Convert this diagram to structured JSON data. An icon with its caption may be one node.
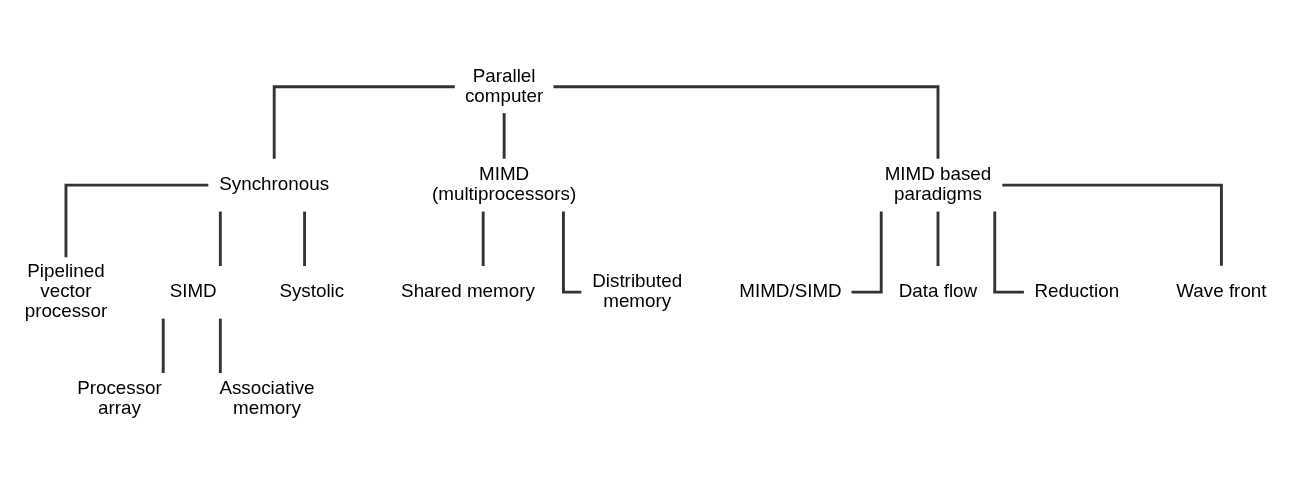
{
  "diagram": {
    "nodes": [
      {
        "text": [
          "Parallel computer"
        ]
      },
      {
        "text": [
          "Synchronous"
        ]
      },
      {
        "text": [
          "MIMD (multiprocessors)"
        ]
      },
      {
        "text": [
          "MIMD based paradigms"
        ]
      },
      {
        "text": [
          "Pipelined vector processor"
        ]
      },
      {
        "text": [
          "SIMD"
        ]
      },
      {
        "text": [
          "Systolic"
        ]
      },
      {
        "text": [
          "Shared memory"
        ]
      },
      {
        "text": [
          "Distributed memory"
        ]
      },
      {
        "text": [
          "MIMD/SIMD"
        ]
      },
      {
        "text": [
          "Data flow"
        ]
      },
      {
        "text": [
          "Reduction"
        ]
      },
      {
        "text": [
          "Wave front"
        ]
      },
      {
        "text": [
          "Processor array"
        ]
      },
      {
        "text": [
          "Associative memory"
        ]
      }
    ],
    "edges": [
      {
        "from": 0,
        "to": 1,
        "arrow": "none"
      },
      {
        "from": 0,
        "to": 2,
        "arrow": "none"
      },
      {
        "from": 0,
        "to": 3,
        "arrow": "none"
      },
      {
        "from": 1,
        "to": 4,
        "arrow": "none"
      },
      {
        "from": 1,
        "to": 5,
        "arrow": "none"
      },
      {
        "from": 1,
        "to": 6,
        "arrow": "none"
      },
      {
        "from": 2,
        "to": 7,
        "arrow": "none"
      },
      {
        "from": 2,
        "to": 8,
        "arrow": "none"
      },
      {
        "from": 3,
        "to": 9,
        "arrow": "none"
      },
      {
        "from": 3,
        "to": 10,
        "arrow": "none"
      },
      {
        "from": 3,
        "to": 11,
        "arrow": "none"
      },
      {
        "from": 3,
        "to": 12,
        "arrow": "none"
      },
      {
        "from": 5,
        "to": 13,
        "arrow": "none"
      },
      {
        "from": 5,
        "to": 14,
        "arrow": "none"
      }
    ]
  }
}
